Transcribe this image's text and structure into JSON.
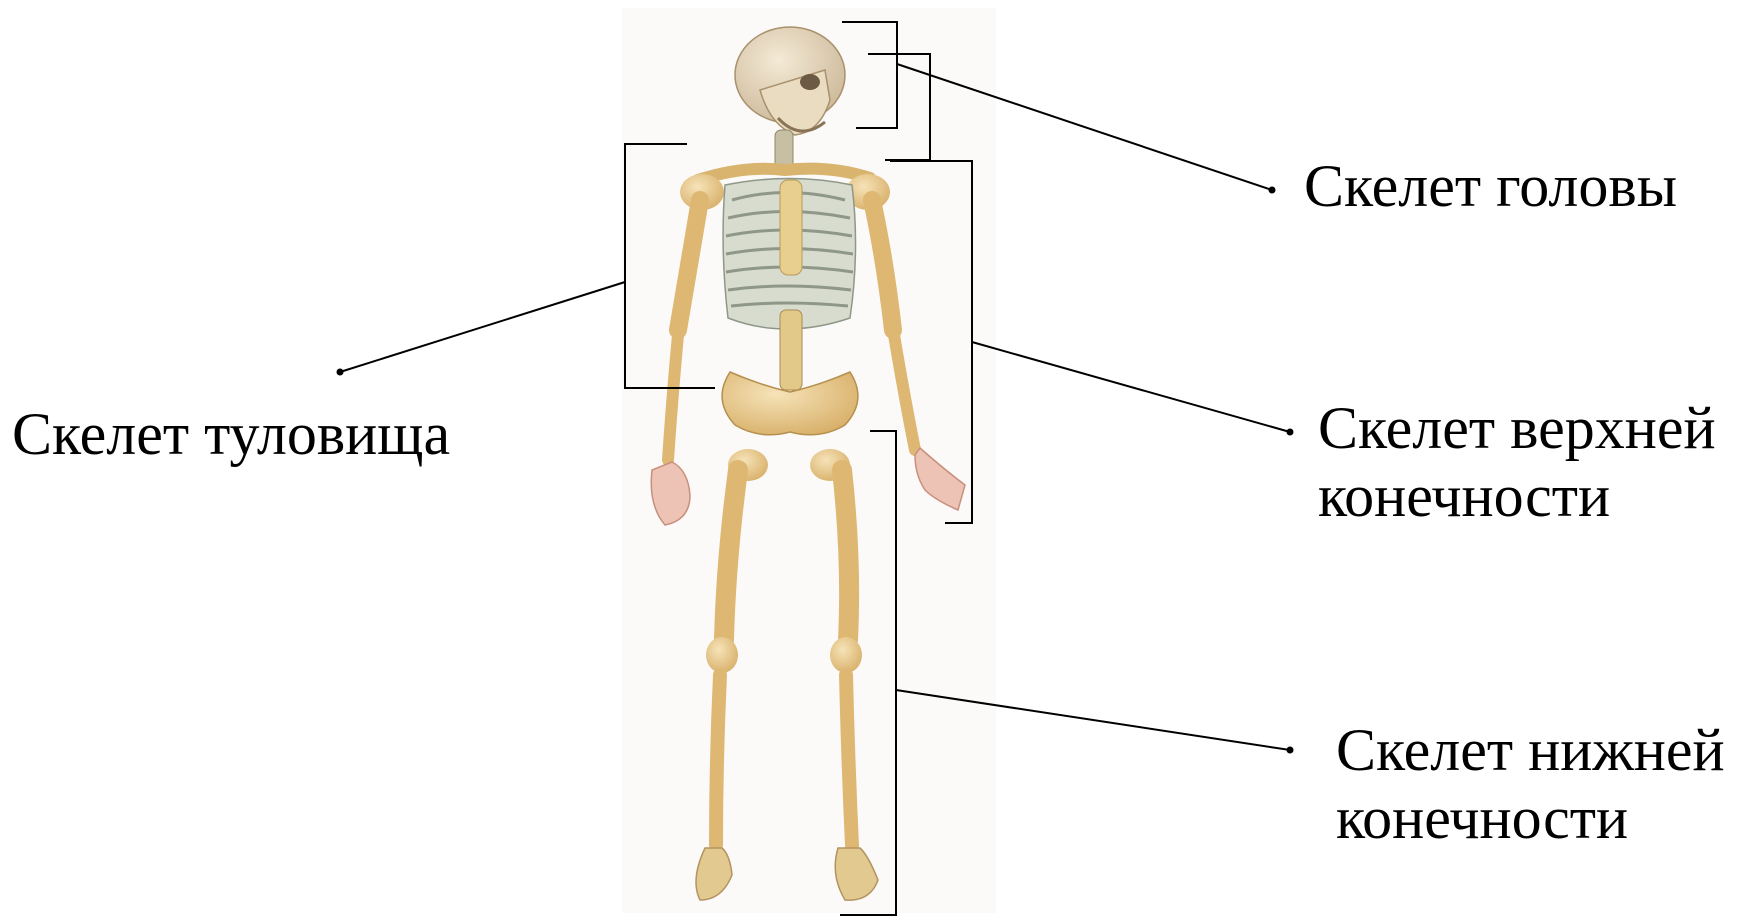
{
  "labels": {
    "head": "Скелет головы",
    "trunk": "Скелет туловища",
    "upper_limb": [
      "Скелет верхней",
      "конечности"
    ],
    "lower_limb": [
      "Скелет нижней",
      "конечности"
    ]
  },
  "colors": {
    "bone": "#e8c88a",
    "bone_shade": "#c9a25e",
    "rib_cage": "#b9c2b0",
    "hand": "#e7b7a6",
    "line": "#000000",
    "image_background": "#fbfaf8"
  }
}
